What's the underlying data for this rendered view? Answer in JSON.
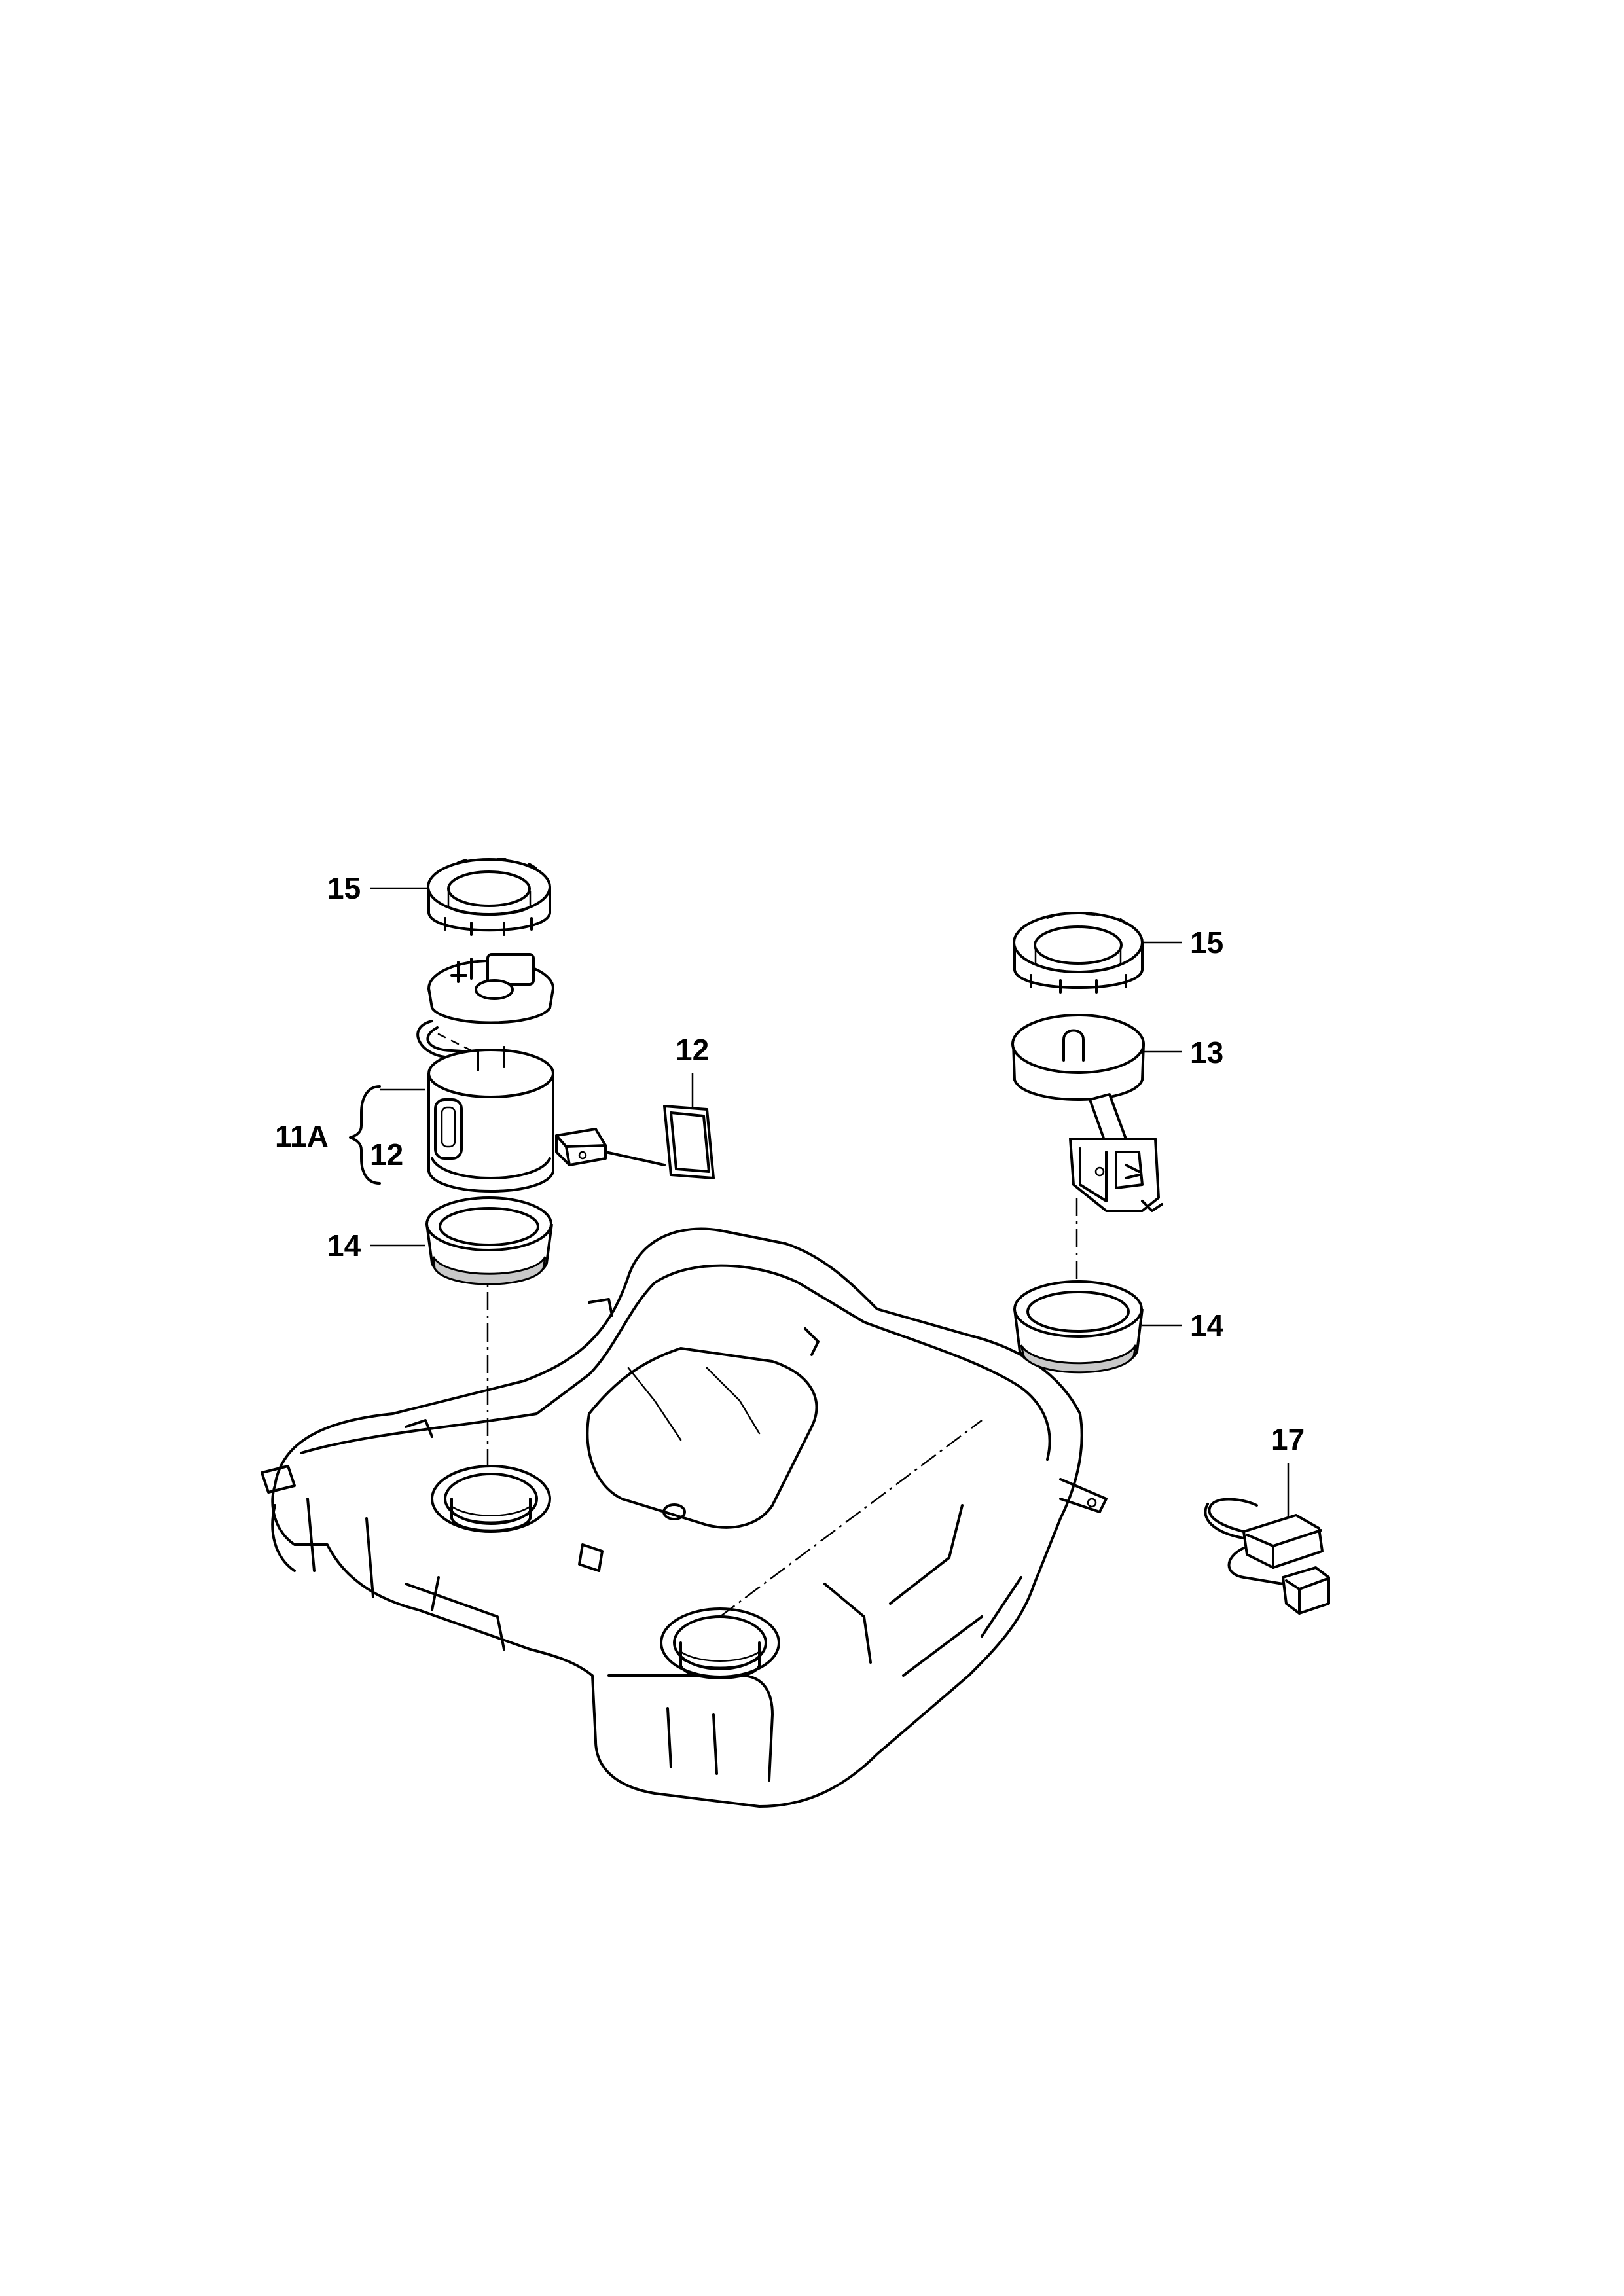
{
  "callouts": {
    "c15_left": "15",
    "c15_right": "15",
    "c12_module": "12",
    "c12_sender": "12",
    "c11A": "11A",
    "c13": "13",
    "c14_left": "14",
    "c14_right": "14",
    "c17": "17"
  },
  "parts": {
    "tank": "fuel-tank-icon",
    "ring_left": "locking-ring-icon",
    "ring_right": "locking-ring-icon",
    "seal_left": "seal-ring-icon",
    "seal_right": "seal-ring-icon",
    "pump_module": "fuel-pump-module-icon",
    "level_sender_left": "fuel-level-sender-icon",
    "level_sender_right": "fuel-level-sender-icon",
    "harness": "wiring-harness-icon"
  },
  "colors": {
    "line": "#000000",
    "background": "#ffffff",
    "seal": "#c9c9c9"
  }
}
